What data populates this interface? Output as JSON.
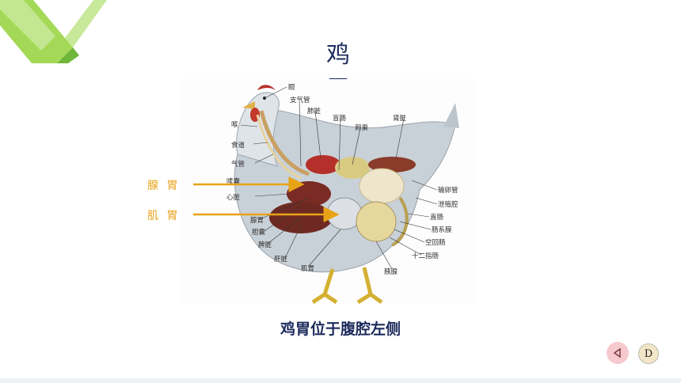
{
  "slide": {
    "title": "鸡 胃",
    "caption": "鸡胃位于腹腔左侧",
    "side_labels": {
      "proventriculus": "腺 胃",
      "gizzard": "肌 胃"
    },
    "nav": {
      "letter": "D"
    },
    "diagram_labels": {
      "eye": "眼",
      "bronchus": "支气管",
      "lung": "肺脏",
      "cecum": "盲肠",
      "ovary": "卵巢",
      "kidney": "肾脏",
      "throat": "喉",
      "esophagus": "食道",
      "trachea": "气管",
      "crop": "嗉囊",
      "heart": "心脏",
      "oviduct": "输卵管",
      "cloaca": "泄殖腔",
      "rectum": "直肠",
      "mesentery": "肠系膜",
      "jejunum": "空回肠",
      "duodenum": "十二指肠",
      "pancreas": "胰腺",
      "gizzard": "肌胃",
      "liver": "肝脏",
      "spleen": "脾脏",
      "gallbladder": "胆囊",
      "proventriculus": "腺胃"
    },
    "colors": {
      "accent": "#e8a317",
      "title": "#1c2b5c",
      "chevron": "#8fd14f"
    }
  }
}
